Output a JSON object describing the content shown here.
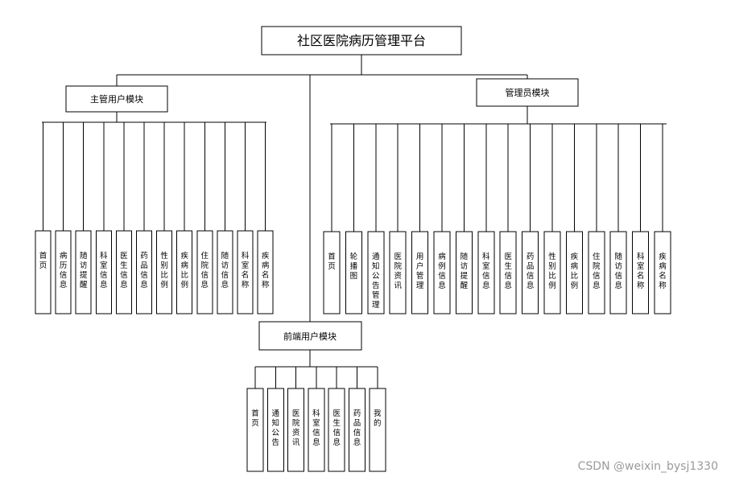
{
  "title": "社区医院病历管理平台",
  "modules": [
    {
      "name": "主管用户模块",
      "items": [
        "首页",
        "病历信息",
        "随访提醒",
        "科室信息",
        "医生信息",
        "药品信息",
        "性别比例",
        "疾病比例",
        "住院信息",
        "随访信息",
        "科室名称",
        "疾病名称"
      ]
    },
    {
      "name": "管理员模块",
      "items": [
        "首页",
        "轮播图",
        "通知公告管理",
        "医院资讯",
        "用户管理",
        "病例信息",
        "随访提醒",
        "科室信息",
        "医生信息",
        "药品信息",
        "性别比例",
        "疾病比例",
        "住院信息",
        "随访信息",
        "科室名称",
        "疾病名称"
      ]
    },
    {
      "name": "前端用户模块",
      "items": [
        "首页",
        "通知公告",
        "医院资讯",
        "科室信息",
        "医生信息",
        "药品信息",
        "我的"
      ]
    }
  ],
  "watermark": "CSDN @weixin_bysj1330"
}
